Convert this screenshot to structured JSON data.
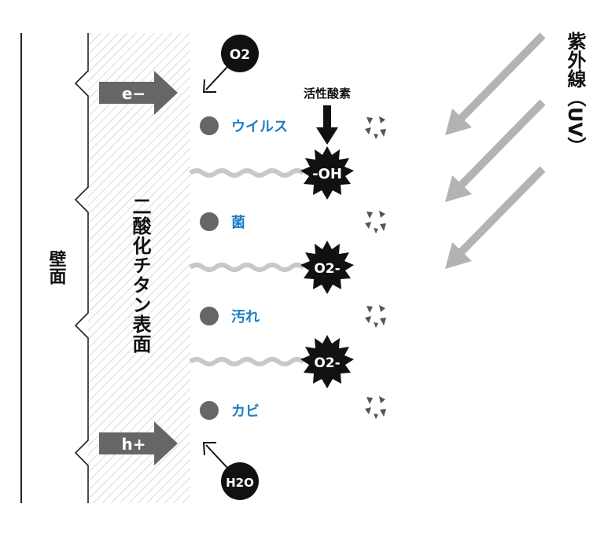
{
  "labels": {
    "wall": "壁面",
    "tio2_surface": "二酸化チタン表面",
    "uv": "紫外線（UV）",
    "active_oxygen": "活性酸素",
    "electron": "e−",
    "hole": "h+",
    "oxygen": "O2",
    "water": "H2O"
  },
  "radicals": [
    "-OH",
    "O2-",
    "O2-"
  ],
  "targets": [
    "ウイルス",
    "菌",
    "汚れ",
    "カビ"
  ],
  "colors": {
    "target_text": "#1a7fc4",
    "arrow_gray": "#666666",
    "uv_arrow": "#b3b3b3",
    "wave": "#c8c8c8"
  }
}
